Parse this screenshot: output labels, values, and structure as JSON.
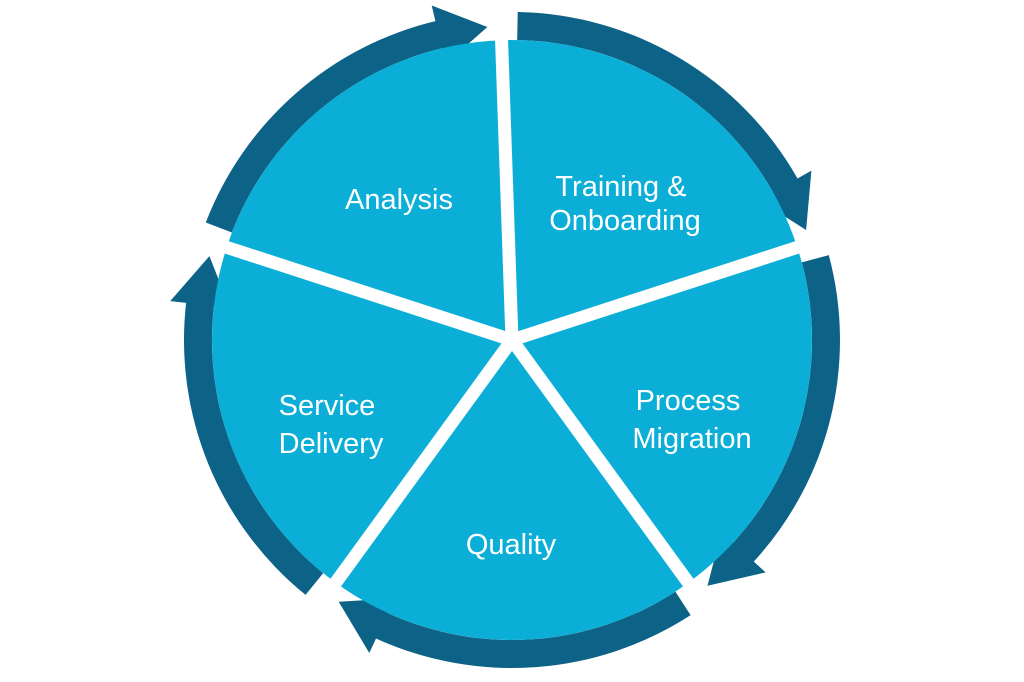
{
  "diagram": {
    "colors": {
      "segment_fill": "#0aaed6",
      "arrow_ring": "#0c6387",
      "divider": "#ffffff",
      "label_text": "#ffffff",
      "background": "#ffffff"
    },
    "segments": [
      {
        "id": "analysis",
        "lines": [
          "Analysis"
        ]
      },
      {
        "id": "training-onboarding",
        "lines": [
          "Training &",
          "Onboarding"
        ]
      },
      {
        "id": "process-migration",
        "lines": [
          "Process",
          "Migration"
        ]
      },
      {
        "id": "quality",
        "lines": [
          "Quality"
        ]
      },
      {
        "id": "service-delivery",
        "lines": [
          "Service",
          "Delivery"
        ]
      }
    ]
  }
}
